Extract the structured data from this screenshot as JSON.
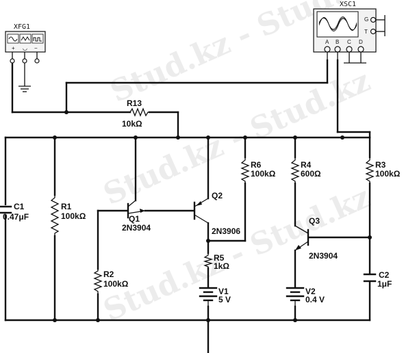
{
  "watermark": "Stud.kz - Stud.kz",
  "instruments": {
    "xfg1": {
      "ref": "XFG1"
    },
    "xsc1": {
      "ref": "XSC1",
      "terminals": [
        "A",
        "B",
        "C",
        "D"
      ],
      "side_terminals": [
        "G",
        "T"
      ]
    }
  },
  "components": {
    "r13": {
      "ref": "R13",
      "value": "10kΩ"
    },
    "c1": {
      "ref": "C1",
      "value": "0.47μF"
    },
    "r1": {
      "ref": "R1",
      "value": "100kΩ"
    },
    "q1": {
      "ref": "Q1",
      "value": "2N3904"
    },
    "r2": {
      "ref": "R2",
      "value": "100kΩ"
    },
    "q2": {
      "ref": "Q2",
      "value": "2N3906"
    },
    "r6": {
      "ref": "R6",
      "value": "100kΩ"
    },
    "r5": {
      "ref": "R5",
      "value": "1kΩ"
    },
    "v1": {
      "ref": "V1",
      "value": "5 V"
    },
    "r4": {
      "ref": "R4",
      "value": "600Ω"
    },
    "q3": {
      "ref": "Q3",
      "value": "2N3904"
    },
    "v2": {
      "ref": "V2",
      "value": "0.4 V"
    },
    "r3": {
      "ref": "R3",
      "value": "100kΩ"
    },
    "c2": {
      "ref": "C2",
      "value": "1μF"
    }
  }
}
